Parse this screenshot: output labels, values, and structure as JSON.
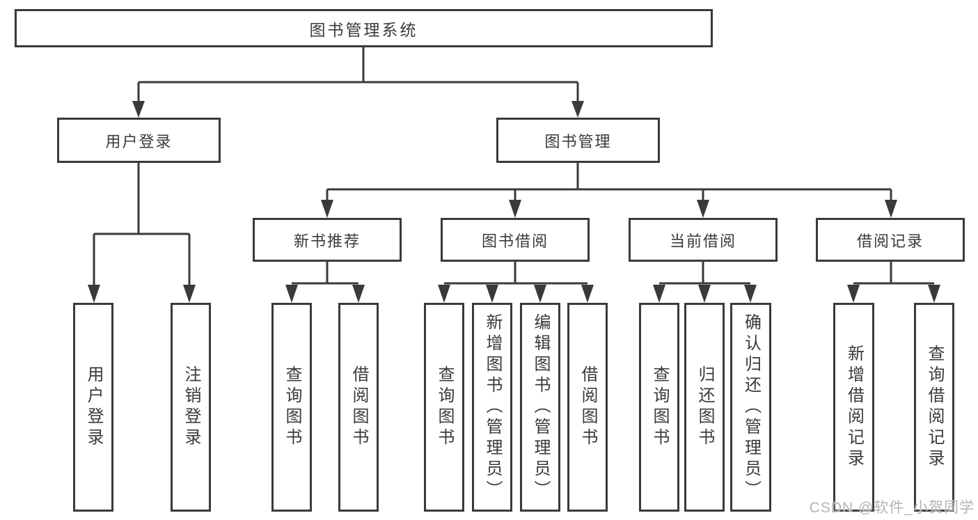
{
  "diagram": {
    "root": {
      "label": "图书管理系统"
    },
    "branches": [
      {
        "label": "用户登录",
        "children": [
          {
            "label": "用户登录"
          },
          {
            "label": "注销登录"
          }
        ]
      },
      {
        "label": "图书管理",
        "children": [
          {
            "label": "新书推荐",
            "children": [
              {
                "label": "查询图书"
              },
              {
                "label": "借阅图书"
              }
            ]
          },
          {
            "label": "图书借阅",
            "children": [
              {
                "label": "查询图书"
              },
              {
                "label": "新增图书（管理员）"
              },
              {
                "label": "编辑图书（管理员）"
              },
              {
                "label": "借阅图书"
              }
            ]
          },
          {
            "label": "当前借阅",
            "children": [
              {
                "label": "查询图书"
              },
              {
                "label": "归还图书"
              },
              {
                "label": "确认归还（管理员）"
              }
            ]
          },
          {
            "label": "借阅记录",
            "children": [
              {
                "label": "新增借阅记录"
              },
              {
                "label": "查询借阅记录"
              }
            ]
          }
        ]
      }
    ],
    "colors": {
      "line": "#3a3a3a",
      "text": "#3a3a3a",
      "background": "#ffffff",
      "watermark": "#b3b3b3"
    },
    "watermark": "CSDN @软件_小贺同学"
  }
}
